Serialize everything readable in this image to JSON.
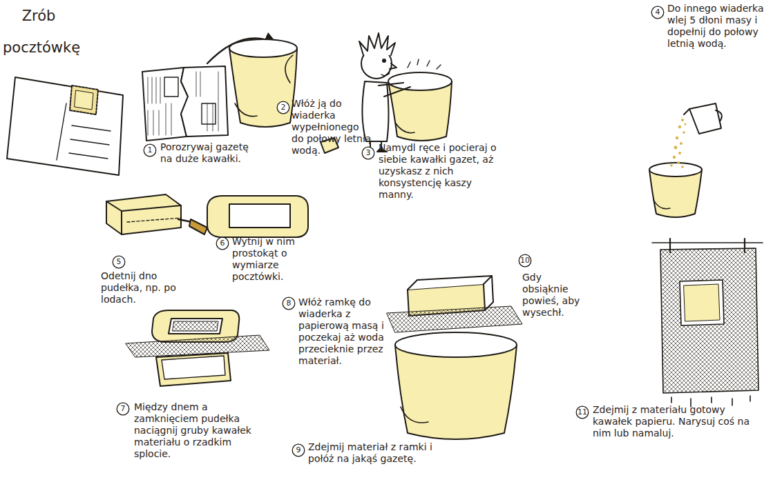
{
  "diagram": {
    "title": "Zrób pocztówkę",
    "nodes": [
      {
        "text": [
          "1"
        ]
      },
      {
        "text": [
          "2"
        ]
      },
      {
        "text": [
          "3"
        ]
      },
      {
        "text": [
          "4"
        ]
      },
      {
        "text": [
          "5"
        ]
      },
      {
        "text": [
          "6"
        ]
      },
      {
        "text": [
          "7"
        ]
      },
      {
        "text": [
          "8"
        ]
      },
      {
        "text": [
          "9"
        ]
      },
      {
        "text": [
          "10"
        ]
      },
      {
        "text": [
          "11"
        ]
      }
    ],
    "labels": [
      "Porozrywaj gazetę na duże kawałki.",
      "Włóż ją do wiaderka wypełnionego do połowy letnią wodą.",
      "Namydl ręce i pocieraj o siebie kawałki gazet, aż uzyskasz z nich konsystencję kaszy manny.",
      "Do innego wiaderka wlej 5 dłoni masy i dopełnij do połowy letnią wodą.",
      "Odetnij dno pudełka, np. po lodach.",
      "Wytnij w nim prostokąt o wymiarze pocztówki.",
      "Między dnem a zamknięciem pudełka naciągnij gruby kawałek materiału o rzadkim splocie.",
      "Włóż ramkę do wiaderka z papierową masą i poczekaj aż woda przecieknie przez materiał.",
      "Zdejmij materiał z ramki i połóż na jakąś gazetę.",
      "Gdy obsiąknie powieś, aby wysechł.",
      "Zdejmij z materiału gotowy kawałek papieru. Narysuj coś na nim lub namaluj."
    ]
  }
}
